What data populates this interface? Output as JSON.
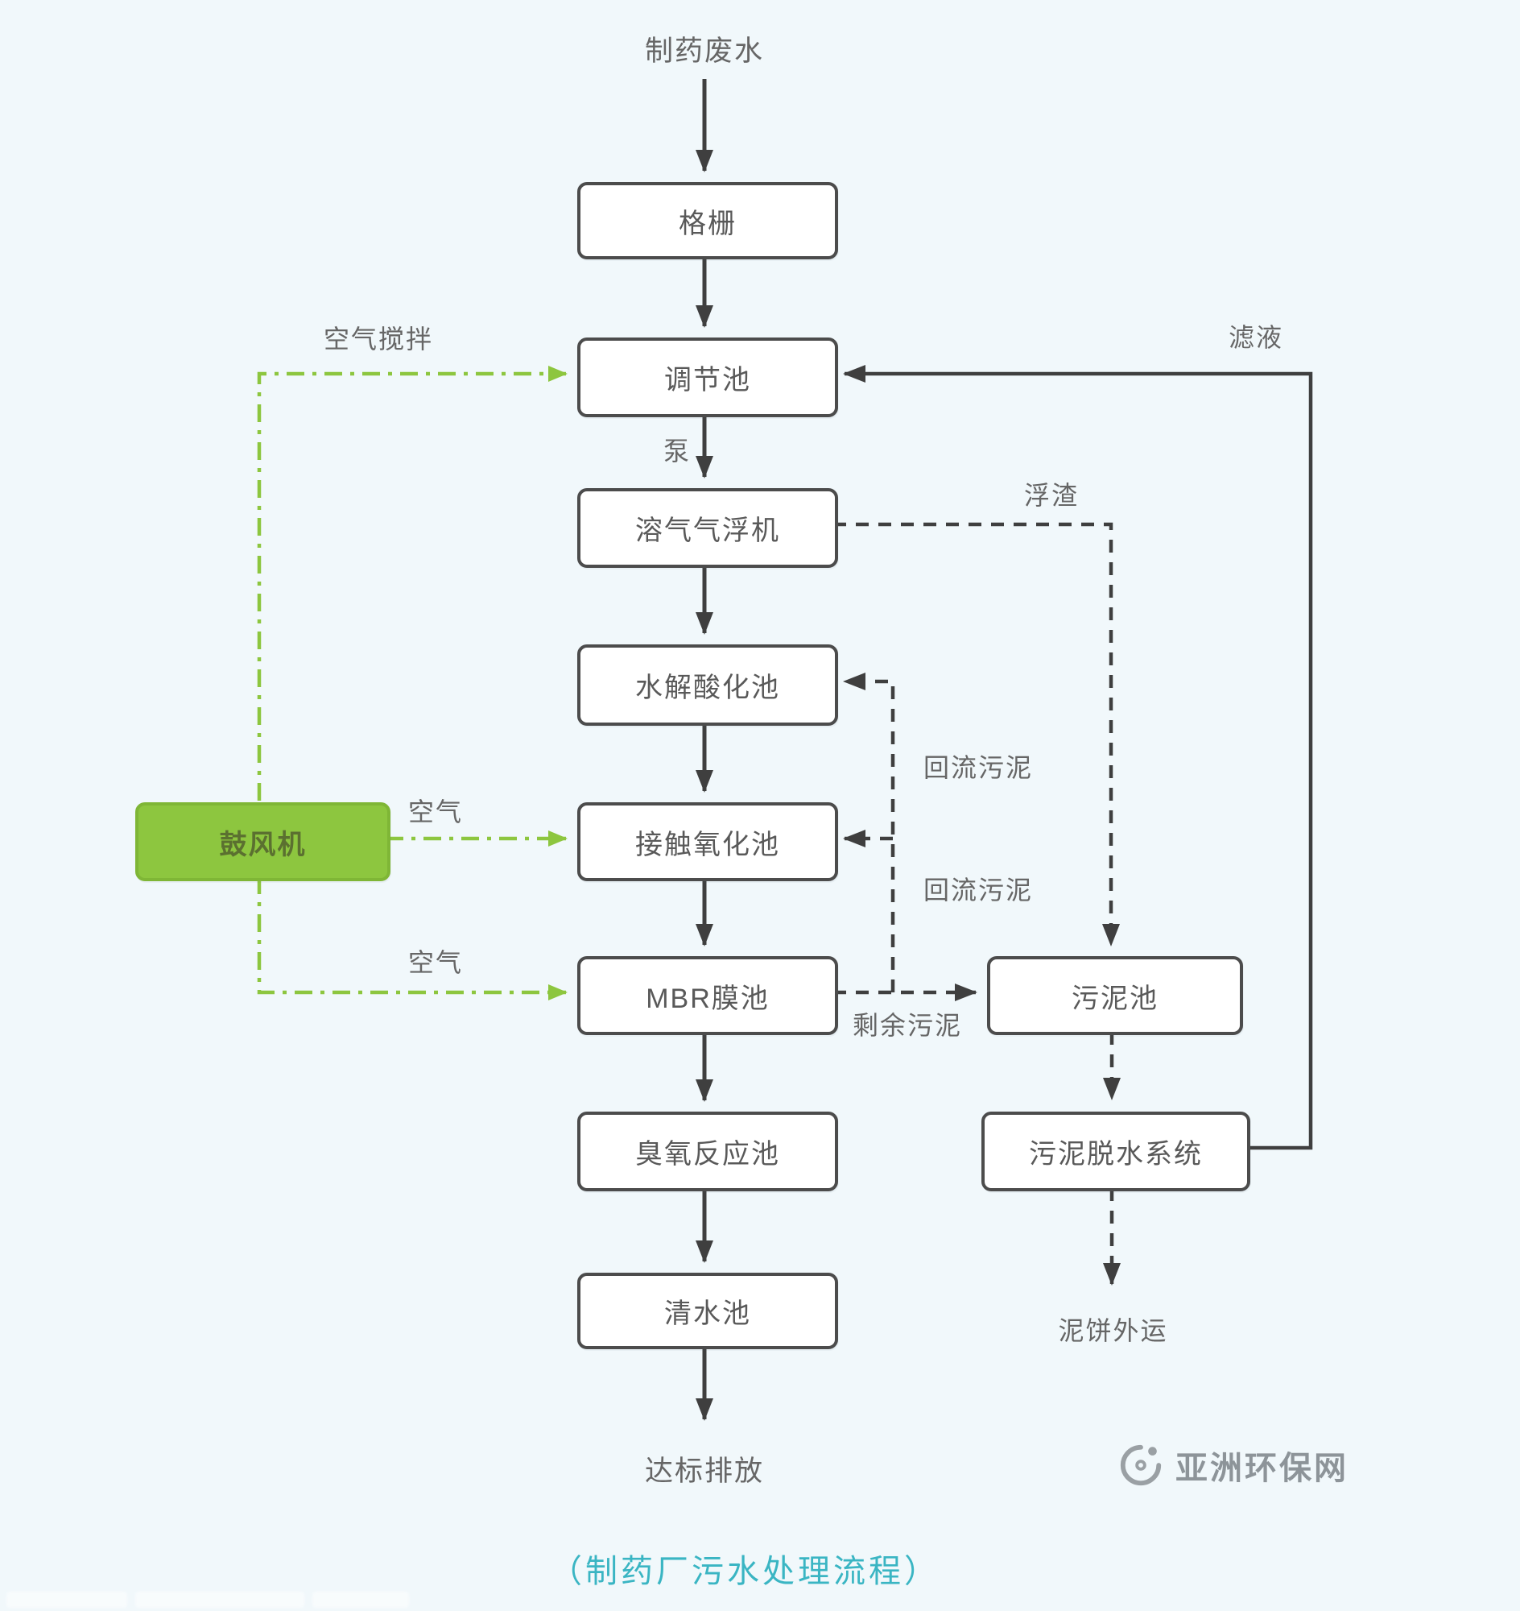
{
  "diagram_title": "（制药厂污水处理流程）",
  "logo": {
    "text": "亚洲环保网"
  },
  "colors": {
    "background": "#f1f8fb",
    "flow_line": "#3f3f3f",
    "box_border": "#4c4c4c",
    "box_fill": "#ffffff",
    "box_text": "#595959",
    "blower_green": "#8dc63f",
    "caption_teal": "#3ab5c3",
    "label_gray": "#666666"
  },
  "nodes": {
    "grid": {
      "label": "格栅"
    },
    "regulating": {
      "label": "调节池"
    },
    "daf": {
      "label": "溶气气浮机"
    },
    "hydrolysis": {
      "label": "水解酸化池"
    },
    "contact": {
      "label": "接触氧化池"
    },
    "mbr": {
      "label": "MBR膜池"
    },
    "ozone": {
      "label": "臭氧反应池"
    },
    "clean": {
      "label": "清水池"
    },
    "blower": {
      "label": "鼓风机"
    },
    "sludge_tank": {
      "label": "污泥池"
    },
    "dewatering": {
      "label": "污泥脱水系统"
    }
  },
  "labels": {
    "influent": "制药废水",
    "pump": "泵",
    "air_mix": "空气搅拌",
    "air_contact": "空气",
    "air_mbr": "空气",
    "filtrate": "滤液",
    "scum": "浮渣",
    "return_sludge_1": "回流污泥",
    "return_sludge_2": "回流污泥",
    "excess_sludge": "剩余污泥",
    "mud_cake": "泥饼外运",
    "discharge": "达标排放"
  }
}
